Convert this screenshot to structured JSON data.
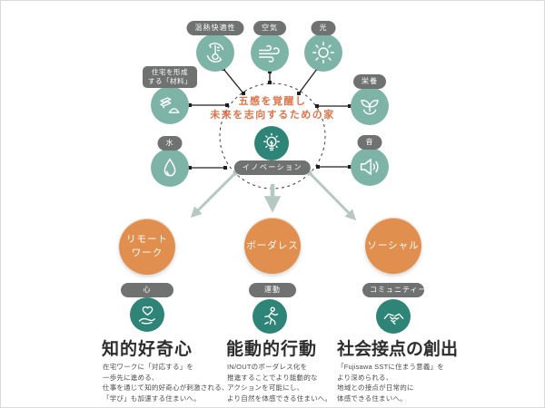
{
  "palette": {
    "teal_light": "#7eb4a8",
    "teal_dark": "#2e8477",
    "orange": "#e18f4f",
    "orange_text": "#e0734a",
    "pill_gray": "#6f7271",
    "wire_dark": "#222222",
    "arrow_gray": "#b5c8c3"
  },
  "center": {
    "tagline_line1": "五感を覚醒し",
    "tagline_line2": "未来を志向するための家",
    "hub_label": "イノベーション",
    "hub_icon": "lightbulb-icon"
  },
  "senses": [
    {
      "label": "温熱快適性",
      "icon": "thermometer-cycle-icon"
    },
    {
      "label": "空気",
      "icon": "wind-icon"
    },
    {
      "label": "光",
      "icon": "sun-icon"
    },
    {
      "label_line1": "住宅を形成",
      "label_line2": "する「材料」",
      "icon": "materials-icon"
    },
    {
      "label": "水",
      "icon": "water-drop-icon"
    },
    {
      "label": "栄養",
      "icon": "sprout-icon"
    },
    {
      "label": "音",
      "icon": "speaker-icon"
    }
  ],
  "outcomes": [
    {
      "bubble": "リモート\nワーク",
      "tag": "心",
      "icon": "heart-in-hand-icon",
      "heading": "知的好奇心",
      "body": "在宅ワークに「対応する」を\n一歩先に進める、\n仕事を通じて知的好奇心が刺激される、\n「学び」も加速する住まいへ。"
    },
    {
      "bubble": "ボーダレス",
      "tag": "運動",
      "icon": "running-person-icon",
      "heading": "能動的行動",
      "body": "IN/OUTのボーダレス化を\n推進することでより能動的な\nアクションを可能にし、\nより自然を体感できる住まいへ。"
    },
    {
      "bubble": "ソーシャル",
      "tag": "コミュニティー",
      "icon": "handshake-icon",
      "heading": "社会接点の創出",
      "body": "「Fujisawa SSTに住まう意義」を\nより深められる、\n地域との接点が日常的に\n体感できる住まいへ。"
    }
  ]
}
